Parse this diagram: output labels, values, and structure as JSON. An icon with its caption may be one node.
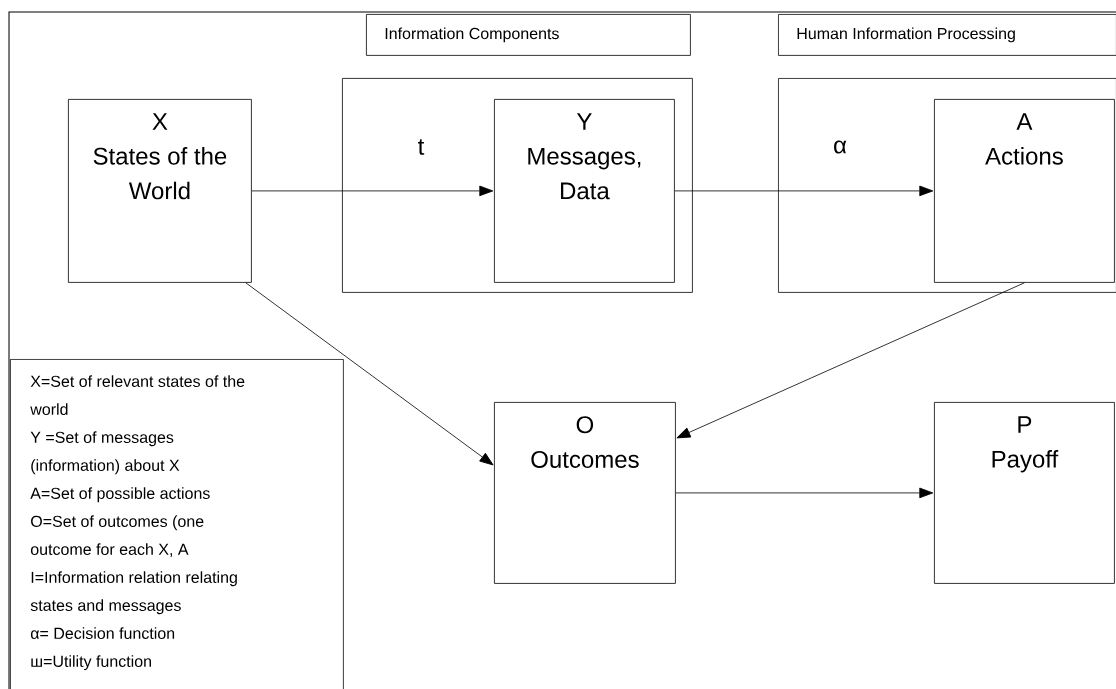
{
  "diagram": {
    "nodes": [
      {
        "text": [
          "Information Components"
        ]
      },
      {
        "text": [
          "Human Information Processing"
        ]
      },
      {
        "text": [],
        "shape": "box"
      },
      {
        "text": [],
        "shape": "box"
      },
      {
        "text": [
          "X",
          "States of the World"
        ]
      },
      {
        "text": [
          "Y",
          "Messages, Data"
        ],
        "in": 2
      },
      {
        "text": [
          "A",
          "Actions"
        ],
        "in": 3
      },
      {
        "text": [
          "O",
          "Outcomes"
        ]
      },
      {
        "text": [
          "P",
          "Payoff"
        ]
      },
      {
        "text": [
          "X=Set of relevant states of the world",
          "Y =Set of messages (information) about X",
          "A=Set of possible actions",
          "O=Set of outcomes (one outcome for each X, A",
          "I=Information relation relating states and messages",
          "α= Decision function",
          "ш=Utility function"
        ]
      }
    ],
    "edges": [
      {
        "from": 4,
        "to": 5,
        "arrow": "to",
        "label": "t"
      },
      {
        "from": 5,
        "to": 6,
        "arrow": "to",
        "label": "α"
      },
      {
        "from": 4,
        "to": 7,
        "arrow": "to"
      },
      {
        "from": 6,
        "to": 7,
        "arrow": "to"
      },
      {
        "from": 7,
        "to": 8,
        "arrow": "to"
      }
    ]
  }
}
